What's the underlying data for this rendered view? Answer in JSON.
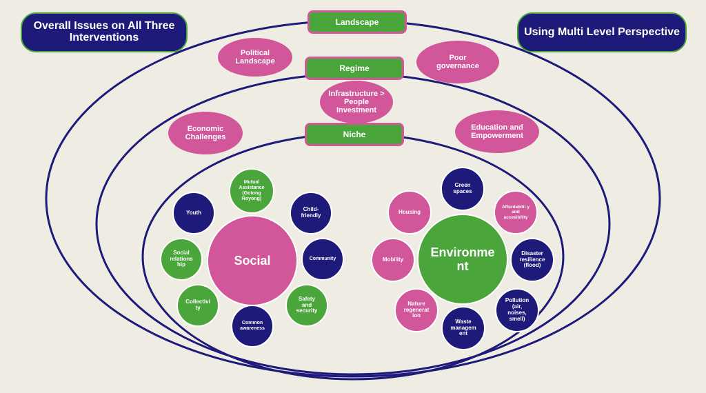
{
  "titles": {
    "left": "Overall Issues on All Three Interventions",
    "right": "Using Multi Level Perspective"
  },
  "levels": {
    "landscape": "Landscape",
    "regime": "Regime",
    "niche": "Niche"
  },
  "landscape_issues": {
    "political": "Political Landscape",
    "governance": "Poor governance",
    "economic": "Economic Challenges",
    "education": "Education and Empowerment"
  },
  "regime_issues": {
    "infrastructure": "Infrastructure > People Investment"
  },
  "social": {
    "center": "Social",
    "items": [
      "Mutual Assistance (Gotong Royong)",
      "Youth",
      "Child-friendly",
      "Social relations hip",
      "Community",
      "Collectivi ty",
      "Safety and security",
      "Common awareness"
    ]
  },
  "environment": {
    "center": "Environme nt",
    "items": [
      "Green spaces",
      "Housing",
      "Affordabilit y and accesibility",
      "Mobility",
      "Disaster resilience (flood)",
      "Nature regenerat ion",
      "Pollution (air, noises, smell)",
      "Waste managem ent"
    ]
  },
  "colors": {
    "navy": "#1d1a7a",
    "green": "#4aa63a",
    "pink": "#d1579a",
    "background": "#efece3"
  }
}
